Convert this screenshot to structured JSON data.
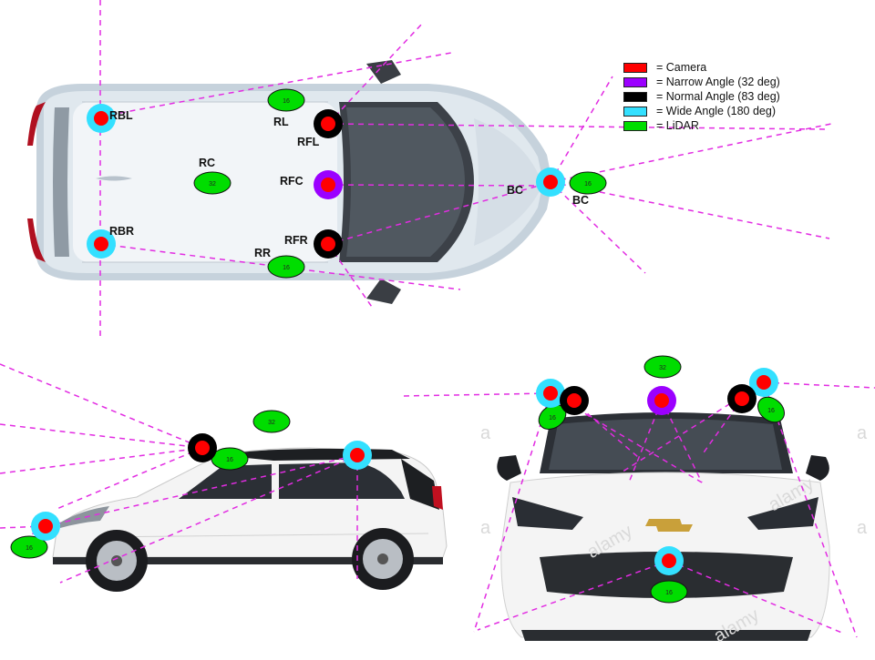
{
  "legend": {
    "items": [
      {
        "label": "= Camera",
        "color": "#ff0000"
      },
      {
        "label": "= Narrow Angle (32 deg)",
        "color": "#9b00ff"
      },
      {
        "label": "= Normal Angle (83 deg)",
        "color": "#000000"
      },
      {
        "label": "= Wide Angle (180 deg)",
        "color": "#33e0ff"
      },
      {
        "label": "= LiDAR",
        "color": "#00dd00"
      }
    ]
  },
  "labels": {
    "rbl": "RBL",
    "rbr": "RBR",
    "rl": "RL",
    "rr": "RR",
    "rfl": "RFL",
    "rfr": "RFR",
    "rfc": "RFC",
    "rc": "RC",
    "bc_left": "BC",
    "bc_right": "BC"
  },
  "lidar": {
    "top_rl": "16",
    "top_rr": "16",
    "top_rc": "32",
    "top_bc": "16",
    "side_roof": "32",
    "side_front": "16",
    "side_nose": "16",
    "front_roof": "32",
    "front_left": "16",
    "front_right": "16",
    "front_grille": "16"
  },
  "watermark": {
    "brand": "alamy",
    "letter": "a"
  },
  "colors": {
    "camera": "#ff0000",
    "narrow": "#9b00ff",
    "normal": "#000000",
    "wide": "#33e0ff",
    "lidar": "#00dd00",
    "fov_line": "#e22ce2"
  }
}
